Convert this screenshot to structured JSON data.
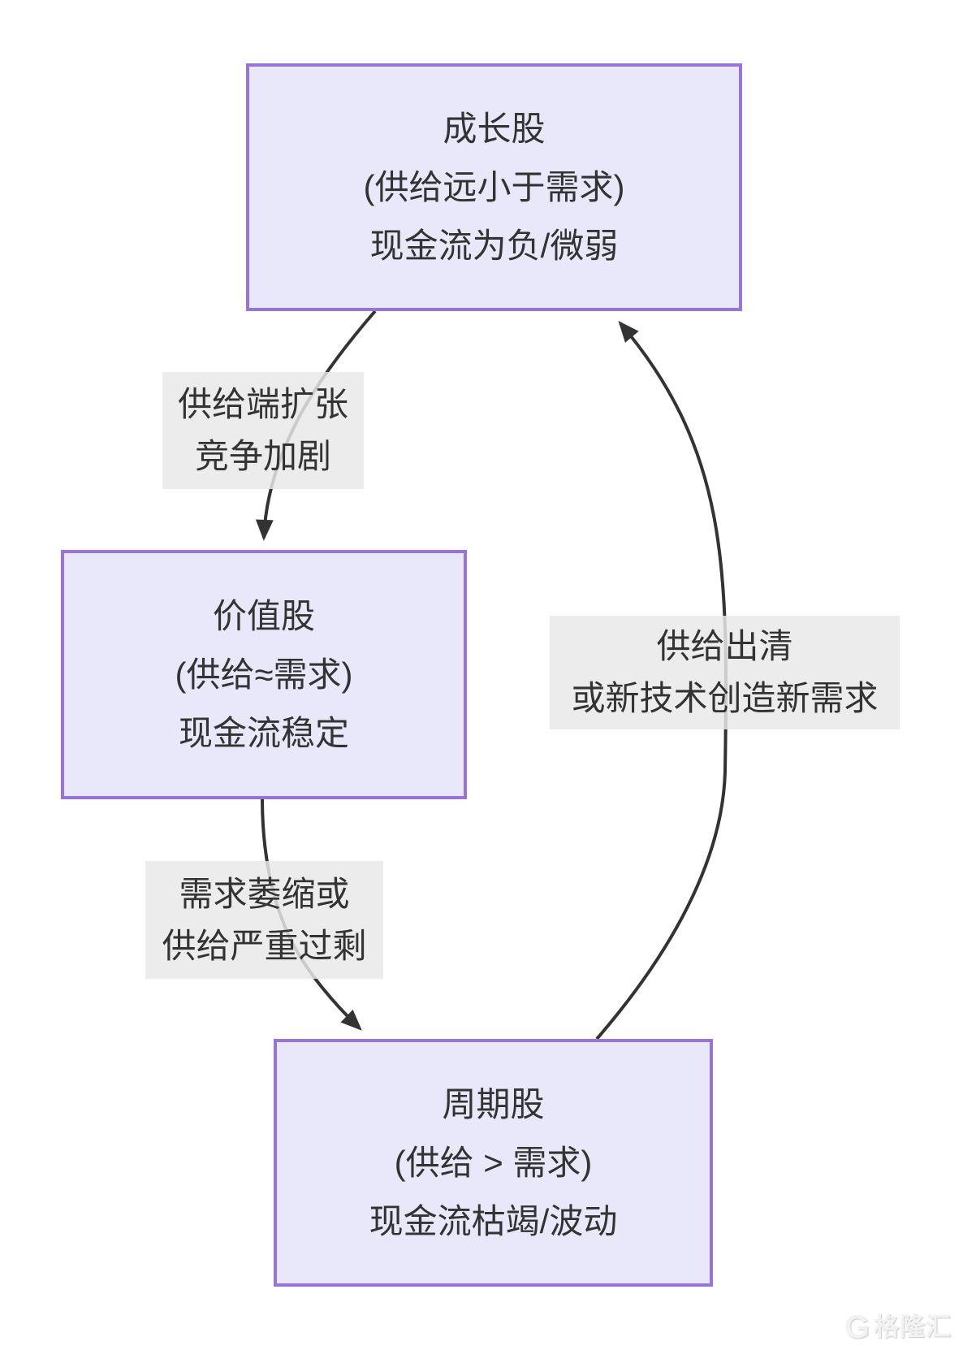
{
  "theme": {
    "page_bg": "#ffffff",
    "node_fill": "#E9E8FA",
    "node_border": "#9674D9",
    "text_color": "#333333",
    "edge_color": "#333333",
    "edge_label_bg": "#E8E8E8",
    "watermark_color": "#f2f2f2"
  },
  "nodes": [
    {
      "id": "growth",
      "lines": [
        "成长股",
        "(供给远小于需求)",
        "现金流为负/微弱"
      ]
    },
    {
      "id": "value",
      "lines": [
        "价值股",
        "(供给≈需求)",
        "现金流稳定"
      ]
    },
    {
      "id": "cyclical",
      "lines": [
        "周期股",
        "(供给 > 需求)",
        "现金流枯竭/波动"
      ]
    }
  ],
  "edges": [
    {
      "from": "growth",
      "to": "value",
      "label_lines": [
        "供给端扩张",
        "竞争加剧"
      ]
    },
    {
      "from": "value",
      "to": "cyclical",
      "label_lines": [
        "需求萎缩或",
        "供给严重过剩"
      ]
    },
    {
      "from": "cyclical",
      "to": "growth",
      "label_lines": [
        "供给出清",
        "或新技术创造新需求"
      ]
    }
  ],
  "watermark": {
    "logo_text": "G",
    "brand_text": "格隆汇"
  }
}
